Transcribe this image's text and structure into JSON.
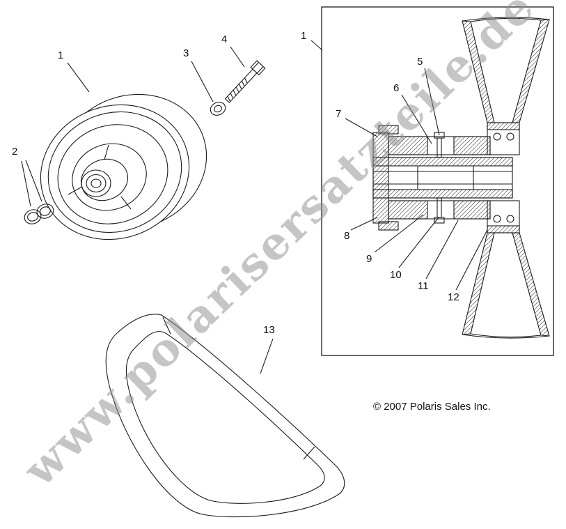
{
  "diagram": {
    "watermark": "www.polarisersatzteile.de",
    "copyright": "© 2007 Polaris Sales Inc.",
    "callouts": {
      "c1a": "1",
      "c1b": "1",
      "c2": "2",
      "c3": "3",
      "c4": "4",
      "c5": "5",
      "c6": "6",
      "c7": "7",
      "c8": "8",
      "c9": "9",
      "c10": "10",
      "c11": "11",
      "c12": "12",
      "c13": "13"
    }
  }
}
